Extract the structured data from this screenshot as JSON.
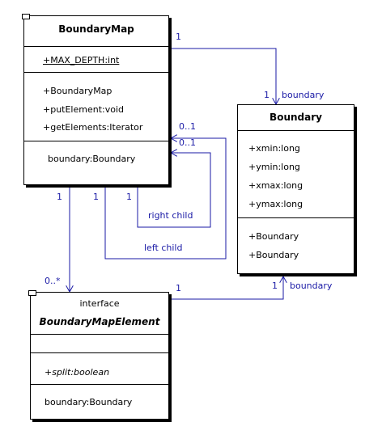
{
  "colors": {
    "line": "#1a1aa6",
    "border": "#000000",
    "fill": "#ffffff"
  },
  "boundary_map": {
    "name": "BoundaryMap",
    "static_attribute": "+MAX_DEPTH:int",
    "operations": [
      "+BoundaryMap",
      "+putElement:void",
      "+getElements:Iterator"
    ],
    "field": "boundary:Boundary"
  },
  "boundary": {
    "name": "Boundary",
    "attributes": [
      "+xmin:long",
      "+ymin:long",
      "+xmax:long",
      "+ymax:long"
    ],
    "operations": [
      "+Boundary",
      "+Boundary"
    ]
  },
  "boundary_map_element": {
    "stereotype": "interface",
    "name": "BoundaryMapElement",
    "operation": "+split:boolean",
    "field": "boundary:Boundary"
  },
  "associations": {
    "map_to_boundary": {
      "source_mult": "1",
      "target_mult": "1",
      "role": "boundary"
    },
    "right_child": {
      "source_mult": "1",
      "target_mult": "0..1",
      "role": "right child"
    },
    "left_child": {
      "source_mult": "1",
      "target_mult": "0..1",
      "role": "left child"
    },
    "map_to_element": {
      "source_mult": "1",
      "target_mult": "0..*"
    },
    "element_to_boundary": {
      "source_mult": "1",
      "target_mult": "1",
      "role": "boundary"
    }
  }
}
